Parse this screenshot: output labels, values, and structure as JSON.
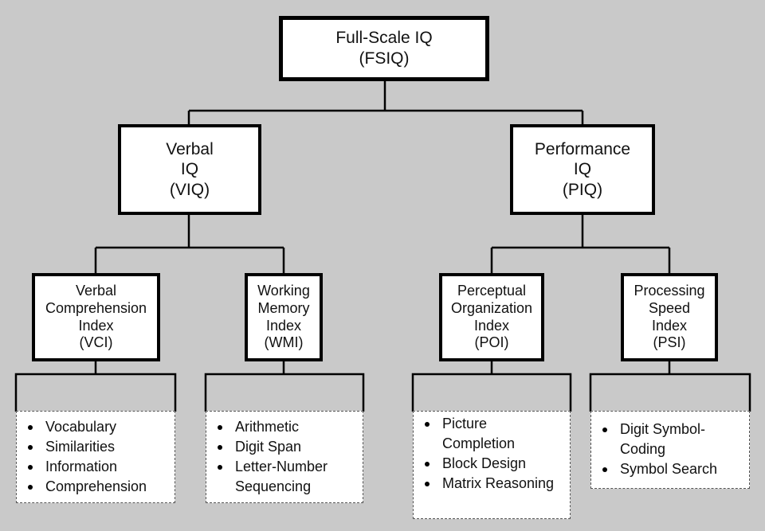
{
  "diagram": {
    "root": {
      "line1": "Full-Scale IQ",
      "line2": "(FSIQ)"
    },
    "verbal_iq": {
      "line1": "Verbal",
      "line2": "IQ",
      "line3": "(VIQ)"
    },
    "performance_iq": {
      "line1": "Performance",
      "line2": "IQ",
      "line3": "(PIQ)"
    },
    "indices": [
      {
        "lines": [
          "Verbal",
          "Comprehension",
          "Index",
          "(VCI)"
        ]
      },
      {
        "lines": [
          "Working",
          "Memory",
          "Index",
          "(WMI)"
        ]
      },
      {
        "lines": [
          "Perceptual",
          "Organization",
          "Index",
          "(POI)"
        ]
      },
      {
        "lines": [
          "Processing",
          "Speed",
          "Index",
          "(PSI)"
        ]
      }
    ],
    "subtests": [
      {
        "items": [
          "Vocabulary",
          "Similarities",
          "Information",
          "Comprehension"
        ]
      },
      {
        "items": [
          "Arithmetic",
          "Digit Span",
          "Letter-Number Sequencing"
        ]
      },
      {
        "items": [
          "Picture Completion",
          "Block Design",
          "Matrix Reasoning"
        ]
      },
      {
        "items": [
          "Digit Symbol-Coding",
          "Symbol Search"
        ]
      }
    ]
  },
  "colors": {
    "background": "#c9c9c9",
    "box_fill": "#ffffff",
    "line": "#000000"
  }
}
